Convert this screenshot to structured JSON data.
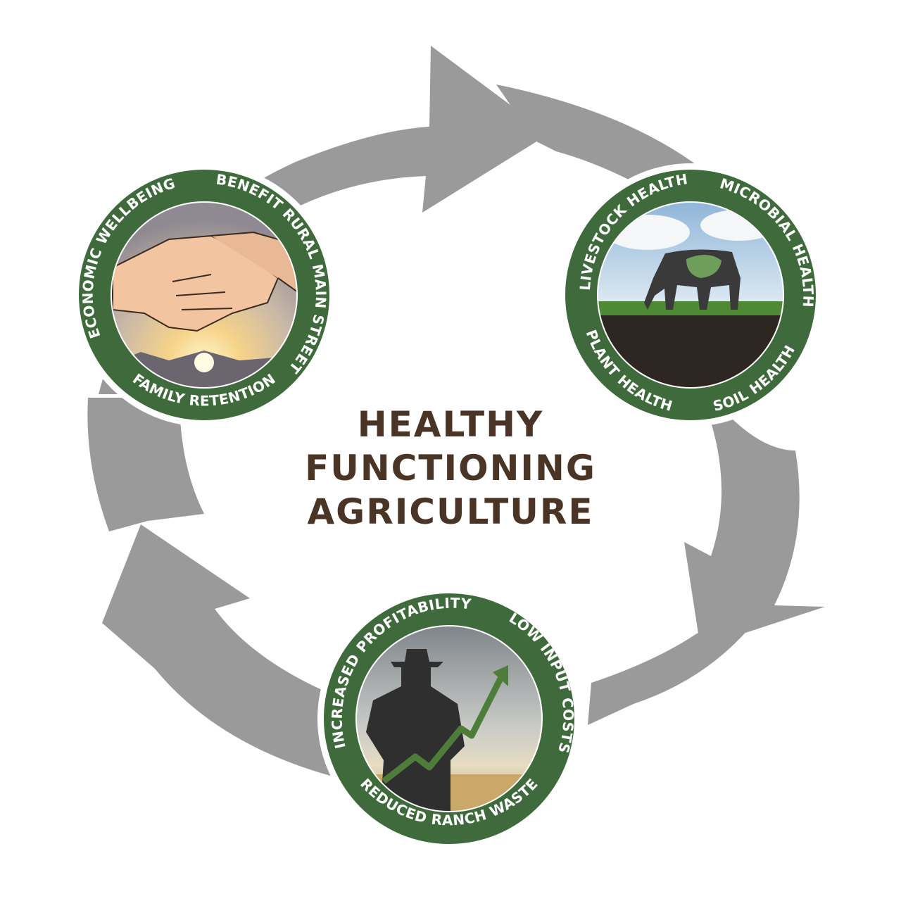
{
  "title": {
    "line1": "HEALTHY",
    "line2": "FUNCTIONING",
    "line3": "AGRICULTURE"
  },
  "badges": {
    "economic": {
      "labels": [
        "ECONOMIC WELLBEING",
        "BENEFIT RURAL MAIN STREET",
        "FAMILY RETENTION"
      ]
    },
    "ecological": {
      "labels": [
        "LIVESTOCK HEALTH",
        "MICROBIAL HEALTH",
        "SOIL HEALTH",
        "PLANT HEALTH"
      ]
    },
    "financial": {
      "labels": [
        "INCREASED PROFITABILITY",
        "LOW INPUT COSTS",
        "REDUCED RANCH WASTE"
      ]
    }
  },
  "colors": {
    "arrow": "#9a9a9a",
    "badge_ring": "#3f6b3c",
    "title": "#4a3426"
  },
  "icons": [
    "handshake-icon",
    "grazing-cow-icon",
    "rancher-growth-icon"
  ]
}
